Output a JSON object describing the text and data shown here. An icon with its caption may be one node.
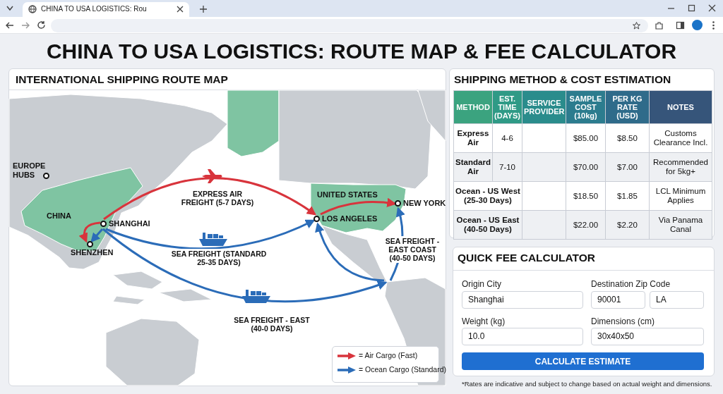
{
  "diagram": {
    "title": "CHINA TO USA LOGISTICS: ROUTE MAP & FEE CALCULATOR",
    "nodes": [
      {
        "text": [
          "EUROPE HUBS"
        ]
      },
      {
        "text": [
          "SHANGHAI"
        ]
      },
      {
        "text": [
          "SHENZHEN"
        ]
      },
      {
        "text": [
          "LOS ANGELES"
        ]
      },
      {
        "text": [
          "NEW YORK"
        ]
      }
    ],
    "edges": [
      {
        "from": 1,
        "to": 3,
        "arrow": "to",
        "label": "EXPRESS AIR FREIGHT (5-7 DAYS)",
        "color": "#d8343c"
      },
      {
        "from": 1,
        "to": 3,
        "arrow": "to",
        "label": "SEA FREIGHT (STANDARD 25-35 DAYS)"
      },
      {
        "from": 1,
        "to": null,
        "arrow": "to",
        "label": "SEA FREIGHT - EAST (40-0 DAYS)"
      },
      {
        "from": null,
        "to": 3,
        "arrow": "to"
      },
      {
        "from": null,
        "to": 4,
        "arrow": "to",
        "label": "SEA FREIGHT - EAST COAST (40-50 DAYS)"
      },
      {
        "from": 3,
        "to": 4,
        "arrow": "to",
        "color": "#d8343c"
      },
      {
        "from": 1,
        "to": 2,
        "arrow": "to",
        "color": "#d8343c"
      },
      {
        "from": 1,
        "to": 2,
        "arrow": "to"
      }
    ],
    "labels": [
      "CHINA TO USA LOGISTICS: Rou",
      "INTERNATIONAL SHIPPING ROUTE MAP",
      "CHINA",
      "UNITED STATES",
      "SHIPPING METHOD & COST ESTIMATION",
      "METHOD",
      "EST. TIME (DAYS)",
      "SERVICE PROVIDER",
      "SAMPLE COST (10kg)",
      "PER KG RATE (USD)",
      "NOTES",
      "Express Air",
      "4-6",
      "$85.00",
      "$8.50",
      "Customs Clearance Incl.",
      "Standard Air",
      "7-10",
      "$70.00",
      "$7.00",
      "Recommended for 5kg+",
      "Ocean - US West (25-30 Days)",
      "$18.50",
      "$1.85",
      "LCL Minimum Applies",
      "Ocean - US East (40-50 Days)",
      "$22.00",
      "$2.20",
      "Via Panama Canal",
      "QUICK FEE CALCULATOR",
      "Origin City",
      "Shanghai",
      "Destination Zip Code",
      "90001",
      "LA",
      "Weight (kg)",
      "10.0",
      "Dimensions (cm)",
      "30x40x50",
      "CALCULATE ESTIMATE",
      "*Rates are indicative and subject to change based on actual weight and dimensions."
    ],
    "legend": [
      {
        "text": "= Air Cargo (Fast)"
      },
      {
        "text": "= Ocean Cargo (Standard)"
      }
    ]
  }
}
